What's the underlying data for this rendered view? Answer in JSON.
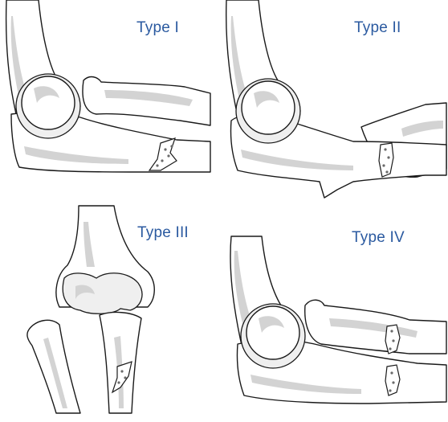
{
  "panels": [
    {
      "label": "Type I"
    },
    {
      "label": "Type II"
    },
    {
      "label": "Type III"
    },
    {
      "label": "Type IV"
    }
  ],
  "colors": {
    "label": "#2b5aa0",
    "bone_outline": "#1a1a1a",
    "bone_shading": "#d3d3d3"
  }
}
